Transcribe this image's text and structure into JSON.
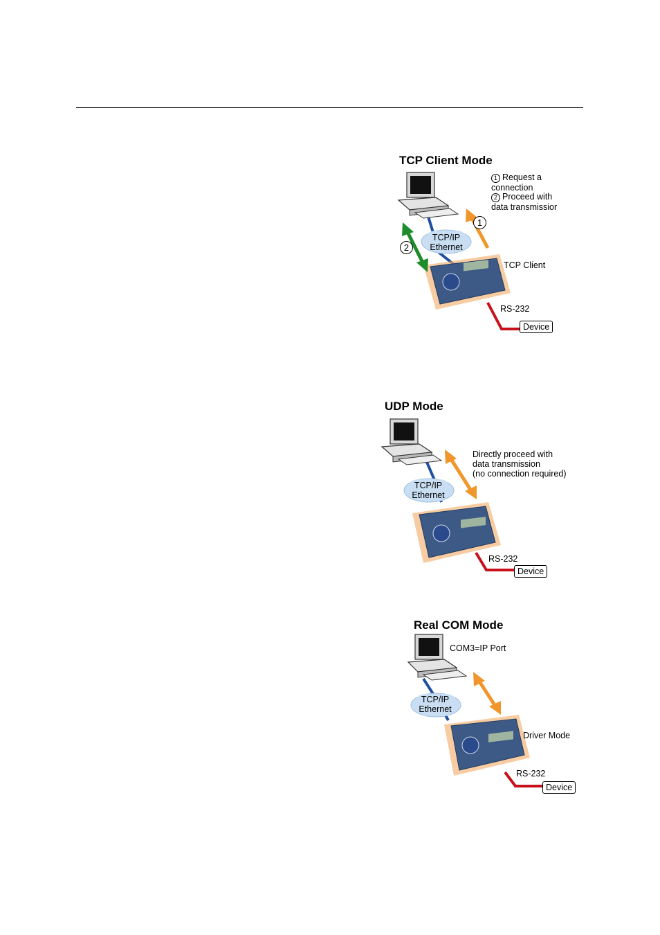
{
  "tcp_client": {
    "title": "TCP Client Mode",
    "steps": [
      {
        "num": "1",
        "text": "Request a\nconnection"
      },
      {
        "num": "2",
        "text": "Proceed with\ndata transmissior"
      }
    ],
    "arrow_labels": [
      "1",
      "2"
    ],
    "cloud": [
      "TCP/IP",
      "Ethernet"
    ],
    "npart_label": "TCP Client",
    "serial_label": "RS-232",
    "device_label": "Device"
  },
  "udp": {
    "title": "UDP Mode",
    "note": [
      "Directly proceed with",
      "data transmission",
      "(no connection required)"
    ],
    "cloud": [
      "TCP/IP",
      "Ethernet"
    ],
    "serial_label": "RS-232",
    "device_label": "Device"
  },
  "real_com": {
    "title": "Real COM Mode",
    "pc_label": "COM3=IP Port",
    "cloud": [
      "TCP/IP",
      "Ethernet"
    ],
    "npart_label": "Driver Mode",
    "serial_label": "RS-232",
    "device_label": "Device"
  },
  "colors": {
    "ethernet_line": "#1f4fa0",
    "serial_line": "#c8101a",
    "arrow_orange": "#f0962a",
    "arrow_green": "#1e8c2a",
    "cloud": "#c9def2",
    "nport_body": "#3d5a86",
    "nport_glow": "#f39a4a"
  }
}
